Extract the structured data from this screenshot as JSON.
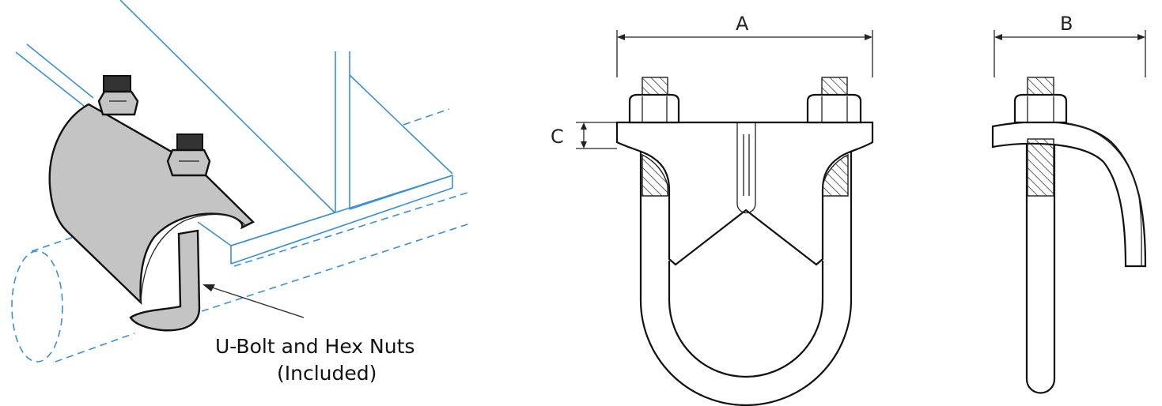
{
  "callout": {
    "line1": "U-Bolt and Hex Nuts",
    "line2": "(Included)"
  },
  "dimensions": {
    "a": "A",
    "b": "B",
    "c": "C"
  },
  "colors": {
    "structure": "#3a8fd6",
    "clamp": "#c4c4c4",
    "ink": "#111111"
  }
}
